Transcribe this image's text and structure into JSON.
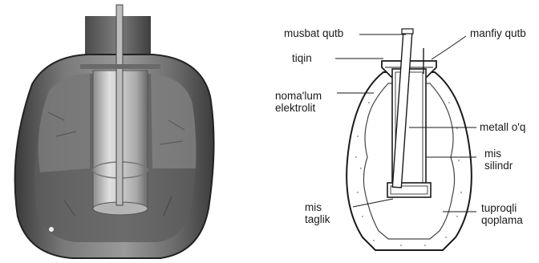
{
  "labels": {
    "positive_pole": "musbat qutb",
    "negative_pole": "manfiy qutb",
    "stopper": "tiqin",
    "electrolyte_line1": "noma'lum",
    "electrolyte_line2": "elektrolit",
    "metal_rod": "metall o'q",
    "cylinder_line1": "mis",
    "cylinder_line2": "silindr",
    "base_line1": "mis",
    "base_line2": "taglik",
    "coating_line1": "tuproqli",
    "coating_line2": "qoplama"
  }
}
